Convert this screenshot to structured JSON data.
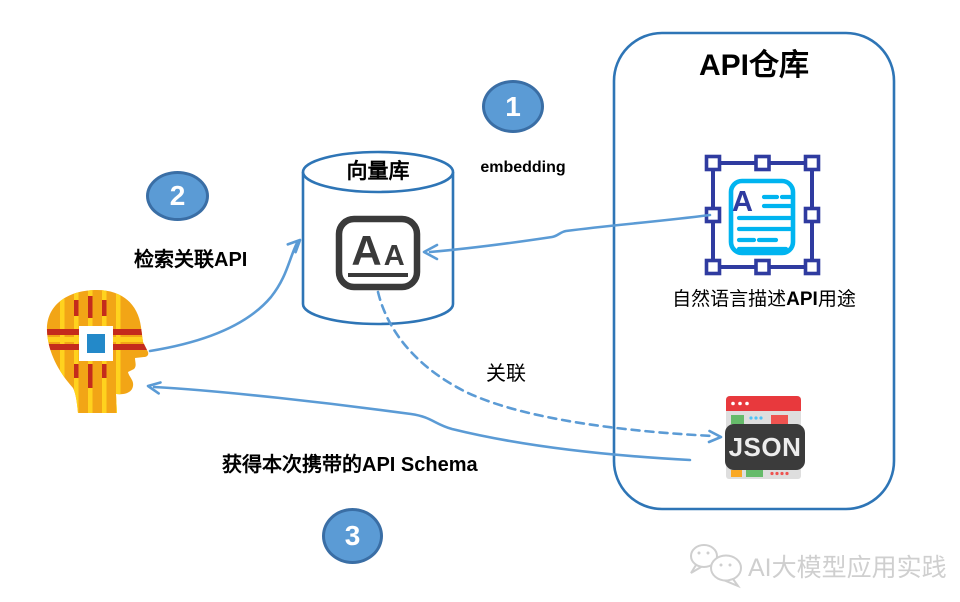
{
  "colors": {
    "arrow-blue": "#5B9BD5",
    "shape-border": "#2E75B6",
    "circle-fill": "#5B9BD5",
    "circle-border": "#3A6EA5",
    "head-orange": "#F2A516",
    "stripe-yellow": "#FFD21E",
    "circuit-red": "#C42B1C",
    "chip-blue": "#2389C9",
    "indigo": "#2F3BA0",
    "cyan": "#00B4F0",
    "icon-dark": "#3A3A3A",
    "json-red": "#E8393D",
    "json-gray": "#DEDEDE",
    "label-black": "#000000",
    "watermark-gray": "#CFCFCF"
  },
  "api_repo": {
    "title": "API仓库"
  },
  "vector_db": {
    "title": "向量库",
    "letter_large": "A",
    "letter_small": "A"
  },
  "doc_icon": {
    "letter": "A",
    "caption": {
      "prefix": "自然语言描述",
      "bold": "API",
      "suffix": "用途"
    }
  },
  "json_icon": {
    "label": "JSON"
  },
  "steps": [
    {
      "number": "1",
      "label": "embedding"
    },
    {
      "number": "2",
      "label": "检索关联API"
    },
    {
      "number": "3",
      "label": "获得本次携带的API Schema"
    }
  ],
  "relation_label": "关联",
  "watermark": {
    "text": "AI大模型应用实践"
  }
}
